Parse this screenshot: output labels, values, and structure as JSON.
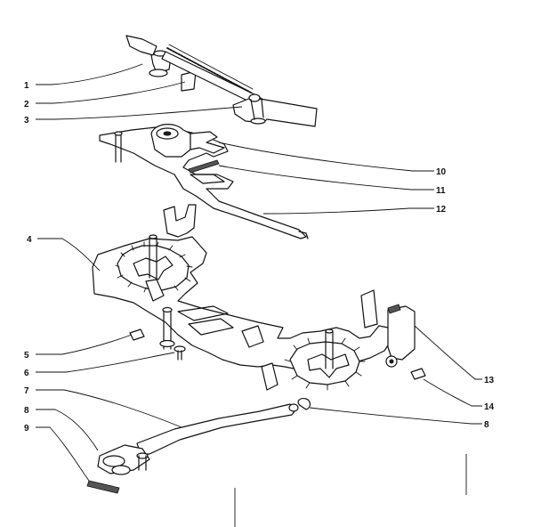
{
  "callouts": {
    "c1": "1",
    "c2": "2",
    "c3": "3",
    "c4": "4",
    "c5": "5",
    "c6": "6",
    "c7": "7",
    "c8a": "8",
    "c9": "9",
    "c10": "10",
    "c11": "11",
    "c12": "12",
    "c13": "13",
    "c14": "14",
    "c8b": "8"
  },
  "colors": {
    "ink": "#111111",
    "paper": "#ffffff"
  }
}
